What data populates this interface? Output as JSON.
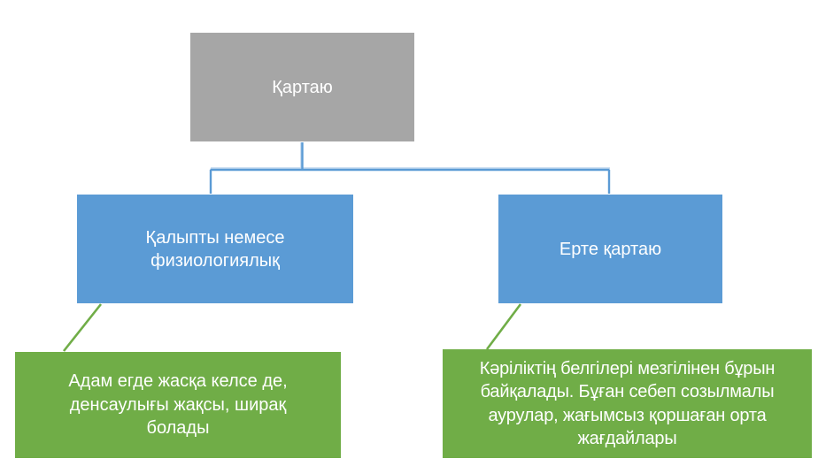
{
  "colors": {
    "background": "#FFFFFF",
    "root_fill": "#A6A6A6",
    "branch_fill": "#5B9BD5",
    "leaf_fill": "#70AD47",
    "text": "#FFFFFF",
    "connector_blue": "#5B9BD5",
    "connector_blue_highlight": "#B3CEEB",
    "connector_green": "#70AD47"
  },
  "diagram": {
    "root": {
      "label": "Қартаю"
    },
    "branches": [
      {
        "label": "Қалыпты немесе физиологиялық"
      },
      {
        "label": "Ерте қартаю"
      }
    ],
    "leaves": [
      {
        "label": "Адам егде жасқа келсе де, денсаулығы жақсы, ширақ болады"
      },
      {
        "label": "Кәріліктің белгілері мезгілінен бұрын байқалады. Бұған себеп созылмалы аурулар, жағымсыз қоршаған орта жағдайлары"
      }
    ]
  }
}
